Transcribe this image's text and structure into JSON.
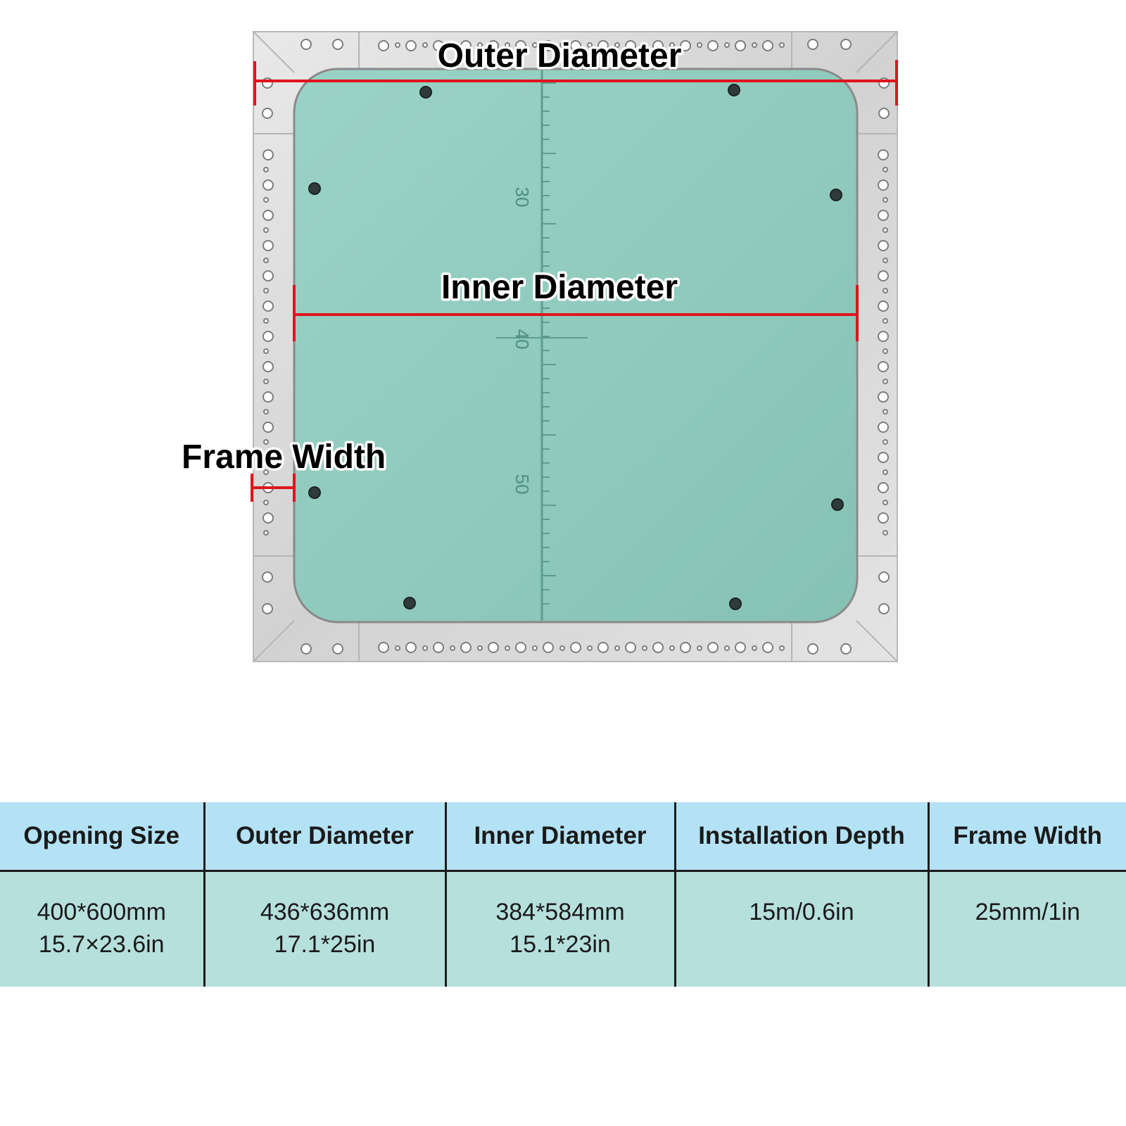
{
  "diagram": {
    "labels": {
      "outer_diameter": "Outer Diameter",
      "inner_diameter": "Inner Diameter",
      "frame_width": "Frame Width"
    },
    "ruler_numbers": [
      "30",
      "40",
      "50"
    ],
    "colors": {
      "dimension_line": "#e0141e",
      "panel": "#8fc9bc",
      "frame": "#d6d6d6"
    }
  },
  "table": {
    "headers": [
      "Opening Size",
      "Outer Diameter",
      "Inner Diameter",
      "Installation Depth",
      "Frame Width"
    ],
    "rows": [
      {
        "opening_size": [
          "400*600mm",
          "15.7×23.6in"
        ],
        "outer_diameter": [
          "436*636mm",
          "17.1*25in"
        ],
        "inner_diameter": [
          "384*584mm",
          "15.1*23in"
        ],
        "installation_depth": [
          "15m/0.6in"
        ],
        "frame_width": [
          "25mm/1in"
        ]
      }
    ],
    "colors": {
      "header_bg": "#b4e2f5",
      "body_bg": "#b6e0dc"
    }
  }
}
